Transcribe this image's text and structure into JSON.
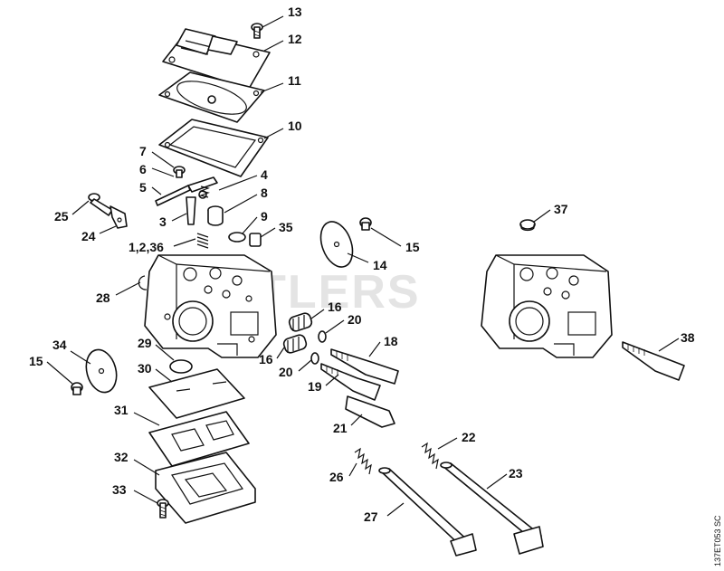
{
  "watermark": "CUTLERS",
  "drawing_code": "137ET053 SC",
  "callouts": {
    "c13": "13",
    "c12": "12",
    "c11": "11",
    "c10": "10",
    "c7": "7",
    "c6": "6",
    "c5": "5",
    "c4": "4",
    "c8": "8",
    "c3": "3",
    "c9": "9",
    "c1236": "1,2,36",
    "c35": "35",
    "c25": "25",
    "c24": "24",
    "c15a": "15",
    "c14": "14",
    "c28": "28",
    "c16a": "16",
    "c20a": "20",
    "c16b": "16",
    "c20b": "20",
    "c18": "18",
    "c19": "19",
    "c21": "21",
    "c34": "34",
    "c15b": "15",
    "c29": "29",
    "c30": "30",
    "c31": "31",
    "c32": "32",
    "c33": "33",
    "c22": "22",
    "c23": "23",
    "c26": "26",
    "c27": "27",
    "c37": "37",
    "c38": "38"
  },
  "colors": {
    "ink": "#111111",
    "paper": "#ffffff",
    "watermark": "#e4e4e4"
  }
}
